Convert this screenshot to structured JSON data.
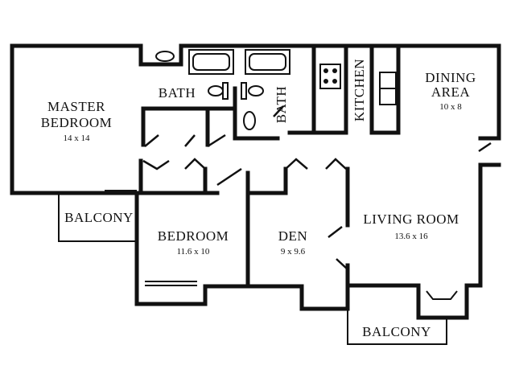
{
  "rooms": {
    "master_bedroom": {
      "name_line1": "MASTER",
      "name_line2": "BEDROOM",
      "size": "14 x 14"
    },
    "bath_main": {
      "name": "BATH"
    },
    "bath_second": {
      "name": "BATH"
    },
    "kitchen": {
      "name": "KITCHEN"
    },
    "dining_area": {
      "name_line1": "DINING",
      "name_line2": "AREA",
      "size": "10 x 8"
    },
    "bedroom": {
      "name": "BEDROOM",
      "size": "11.6 x 10"
    },
    "den": {
      "name": "DEN",
      "size": "9 x 9.6"
    },
    "living_room": {
      "name": "LIVING ROOM",
      "size": "13.6 x 16"
    },
    "balcony_left": {
      "name": "BALCONY"
    },
    "balcony_bottom": {
      "name": "BALCONY"
    }
  }
}
